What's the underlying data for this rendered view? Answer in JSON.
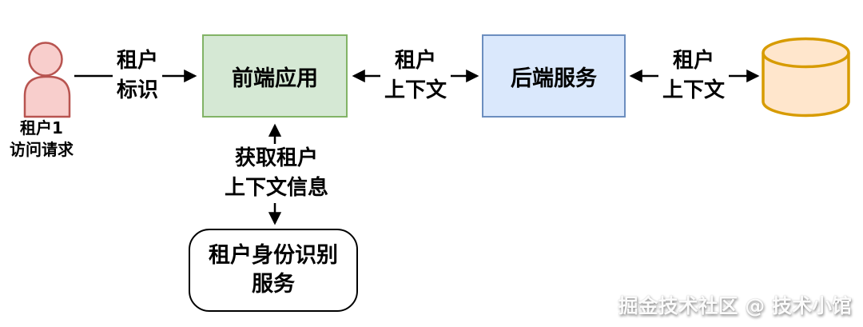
{
  "diagram": {
    "actor": {
      "line1": "租户1",
      "line2": "访问请求"
    },
    "nodes": {
      "frontend": {
        "label": "前端应用"
      },
      "backend": {
        "label": "后端服务"
      },
      "identity_service": {
        "line1": "租户身份识别",
        "line2": "服务"
      },
      "database": {
        "icon": "database-cylinder"
      }
    },
    "edge_labels": {
      "tenant_id": {
        "line1": "租户",
        "line2": "标识"
      },
      "context_front_back": {
        "line1": "租户",
        "line2": "上下文"
      },
      "context_back_db": {
        "line1": "租户",
        "line2": "上下文"
      },
      "get_context": {
        "line1": "获取租户",
        "line2": "上下文信息"
      }
    },
    "watermark": "掘金技术社区 @ 技术小馆",
    "colors": {
      "frontend_fill": "#d5e8d4",
      "frontend_border": "#82b366",
      "backend_fill": "#dae8fc",
      "backend_border": "#6c8ebf",
      "database_fill": "#ffe6cc",
      "database_border": "#d79b00",
      "actor_fill": "#f8cecc",
      "actor_border": "#b85450",
      "line": "#000000"
    }
  }
}
